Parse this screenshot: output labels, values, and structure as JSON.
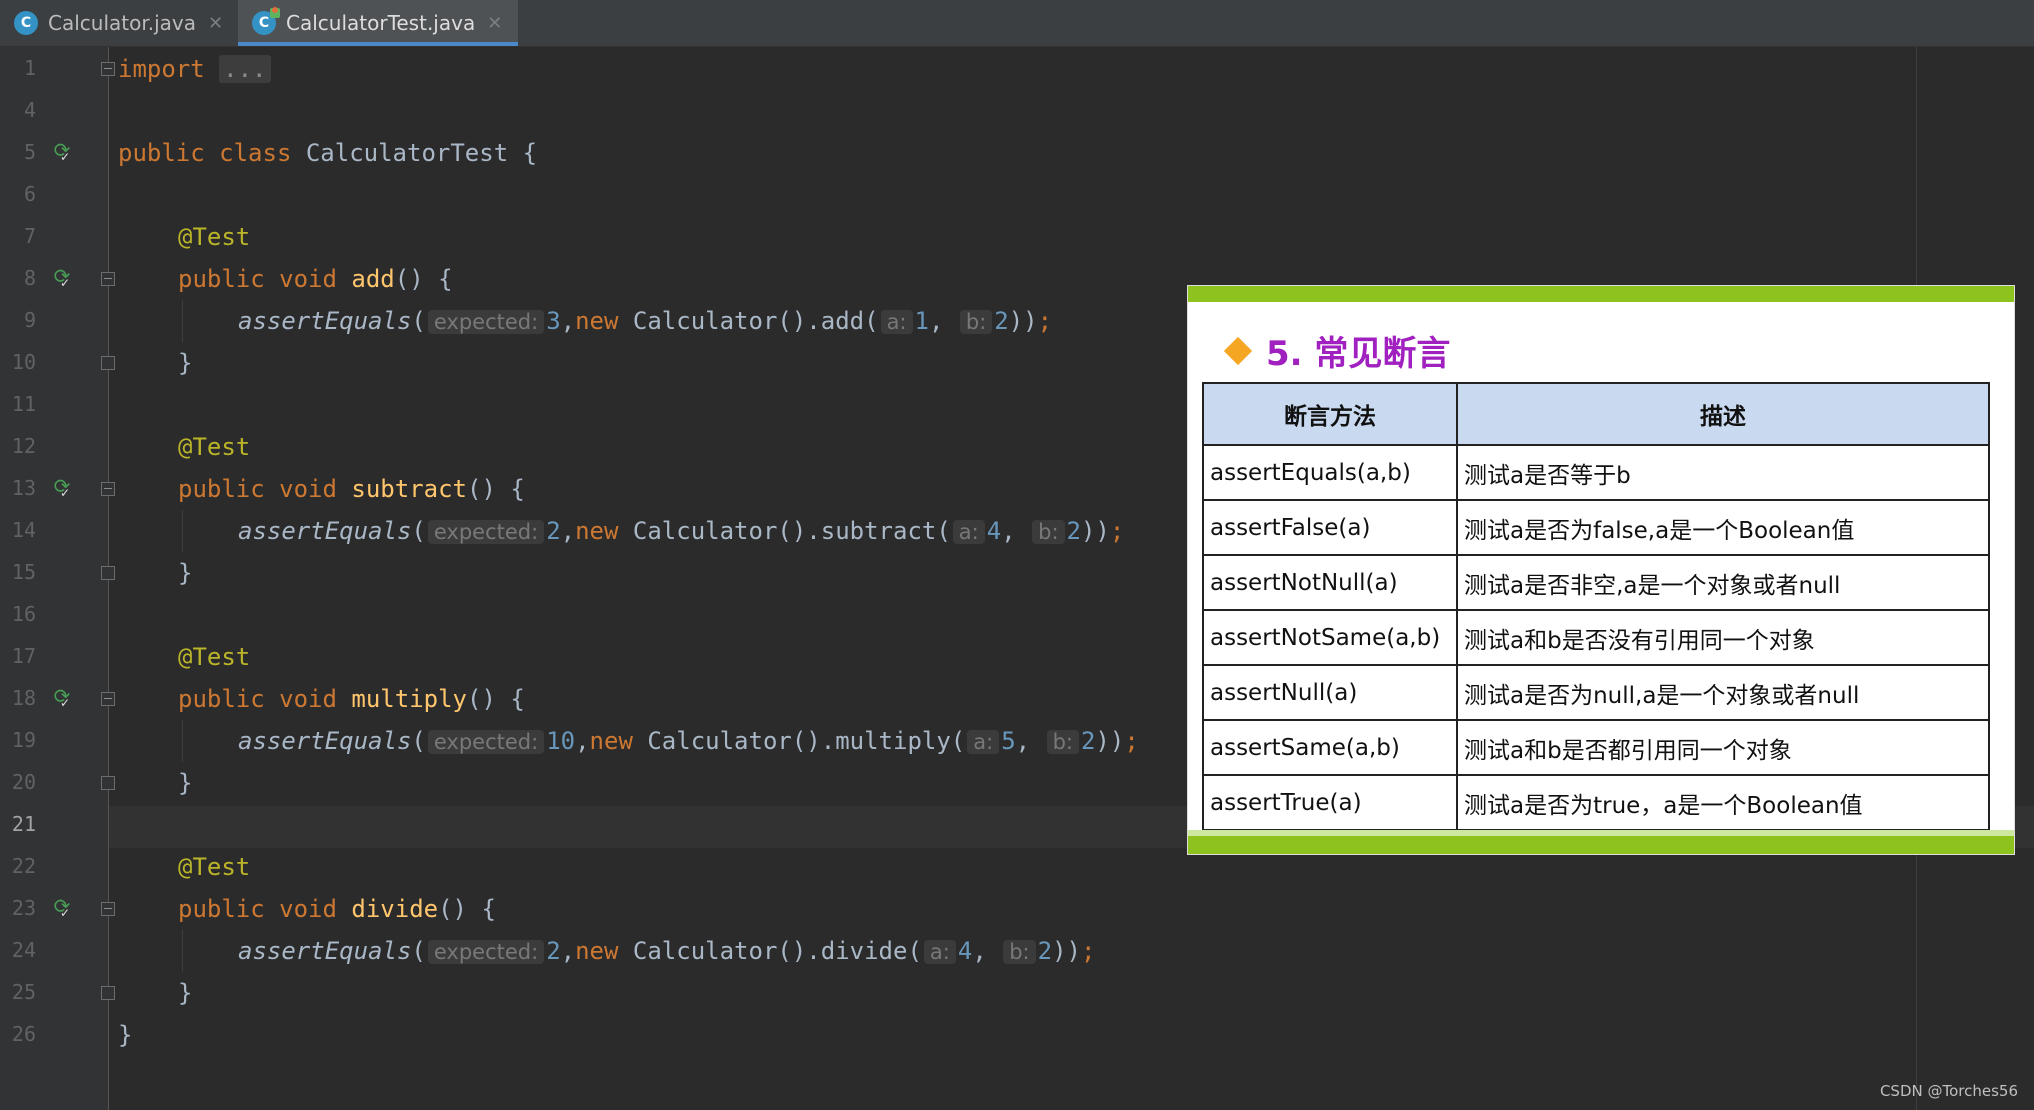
{
  "tabs": [
    {
      "label": "Calculator.java",
      "icon": "class-icon",
      "active": false
    },
    {
      "label": "CalculatorTest.java",
      "icon": "test-class-icon",
      "active": true
    }
  ],
  "line_numbers": [
    "1",
    "4",
    "5",
    "6",
    "7",
    "8",
    "9",
    "10",
    "11",
    "12",
    "13",
    "14",
    "15",
    "16",
    "17",
    "18",
    "19",
    "20",
    "21",
    "22",
    "23",
    "24",
    "25",
    "26"
  ],
  "current_line": "21",
  "code": {
    "import_kw": "import",
    "import_fold": "...",
    "public": "public",
    "class": "class",
    "class_name": "CalculatorTest",
    "open_brace": "{",
    "close_brace": "}",
    "annotation": "@Test",
    "void": "void",
    "new": "new",
    "assert_fn": "assertEquals",
    "calc_ctor": "Calculator()",
    "hint_expected": "expected:",
    "hint_a": "a:",
    "hint_b": "b:",
    "methods": [
      {
        "name": "add",
        "expected": "3",
        "a": "1",
        "b": "2"
      },
      {
        "name": "subtract",
        "expected": "2",
        "a": "4",
        "b": "2"
      },
      {
        "name": "multiply",
        "expected": "10",
        "a": "5",
        "b": "2"
      },
      {
        "name": "divide",
        "expected": "2",
        "a": "4",
        "b": "2"
      }
    ]
  },
  "slide": {
    "heading": "5. 常见断言",
    "columns": [
      "断言方法",
      "描述"
    ],
    "rows": [
      [
        "assertEquals(a,b)",
        "测试a是否等于b"
      ],
      [
        "assertFalse(a)",
        "测试a是否为false,a是一个Boolean值"
      ],
      [
        "assertNotNull(a)",
        "测试a是否非空,a是一个对象或者null"
      ],
      [
        "assertNotSame(a,b)",
        "测试a和b是否没有引用同一个对象"
      ],
      [
        "assertNull(a)",
        "测试a是否为null,a是一个对象或者null"
      ],
      [
        "assertSame(a,b)",
        "测试a和b是否都引用同一个对象"
      ],
      [
        "assertTrue(a)",
        "测试a是否为true，a是一个Boolean值"
      ]
    ]
  },
  "watermark": "CSDN @Torches56",
  "colors": {
    "editor_bg": "#2b2b2b",
    "keyword": "#cc7832",
    "annotation": "#bbb529",
    "function": "#ffc66d",
    "number": "#6897bb",
    "slide_accent": "#8ec31f",
    "slide_heading": "#a020c0",
    "table_header": "#c9daf0"
  }
}
